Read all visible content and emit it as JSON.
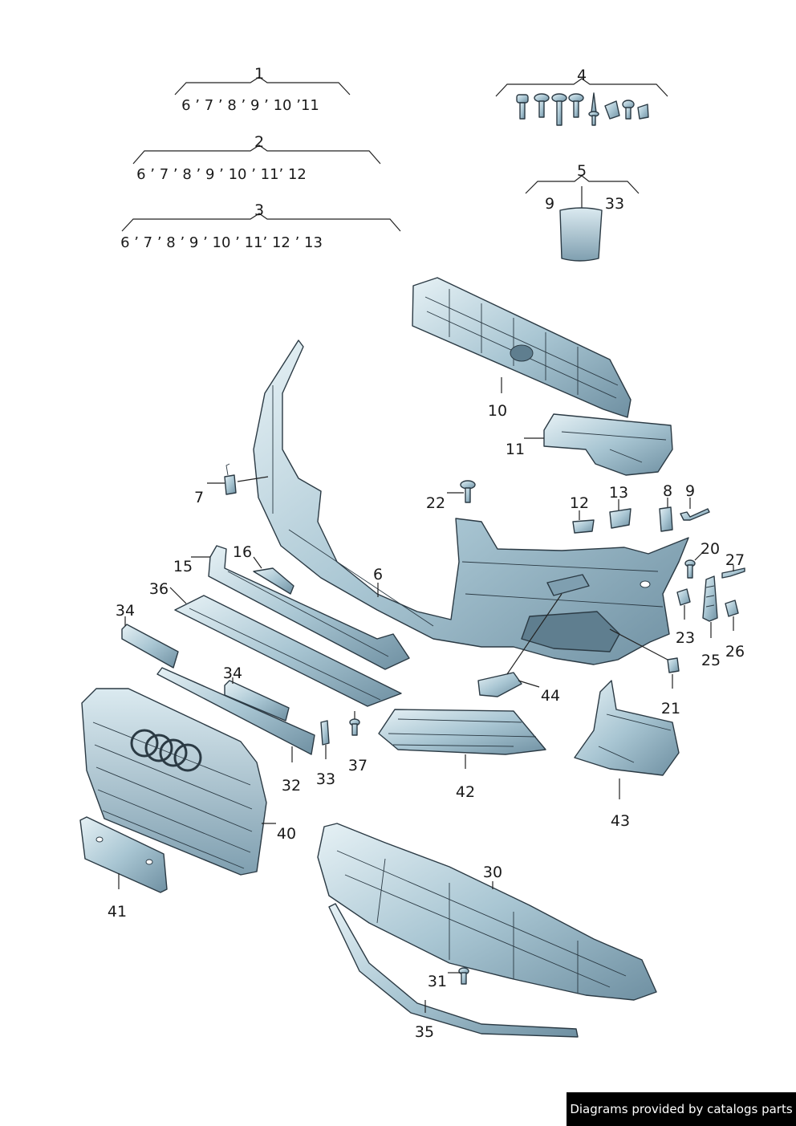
{
  "groups": [
    {
      "id": "1",
      "items": "6 ʼ 7 ʼ 8 ʼ 9 ʼ 10 ʼ11"
    },
    {
      "id": "2",
      "items": "6 ʼ 7 ʼ 8 ʼ 9 ʼ 10 ʼ 11ʼ 12"
    },
    {
      "id": "3",
      "items": "6 ʼ 7 ʼ 8 ʼ 9 ʼ 10 ʼ 11ʼ 12 ʼ 13"
    },
    {
      "id": "4",
      "items": ""
    },
    {
      "id": "5",
      "items": ""
    }
  ],
  "group5_left": "9",
  "group5_right": "33",
  "callouts": {
    "c7": "7",
    "c10": "10",
    "c11": "11",
    "c22": "22",
    "c12": "12",
    "c13": "13",
    "c8": "8",
    "c9": "9",
    "c20": "20",
    "c27": "27",
    "c15": "15",
    "c16": "16",
    "c6": "6",
    "c36": "36",
    "c34a": "34",
    "c34b": "34",
    "c23": "23",
    "c25": "25",
    "c26": "26",
    "c44": "44",
    "c21": "21",
    "c37": "37",
    "c32": "32",
    "c33": "33",
    "c42": "42",
    "c43": "43",
    "c40": "40",
    "c41": "41",
    "c30": "30",
    "c31": "31",
    "c35": "35"
  },
  "credit": "Diagrams provided by catalogs parts",
  "colors": {
    "part_light": "#cfe3ea",
    "part_mid": "#9fbccb",
    "part_dark": "#6d8ea0",
    "credit_bg": "#000000"
  }
}
